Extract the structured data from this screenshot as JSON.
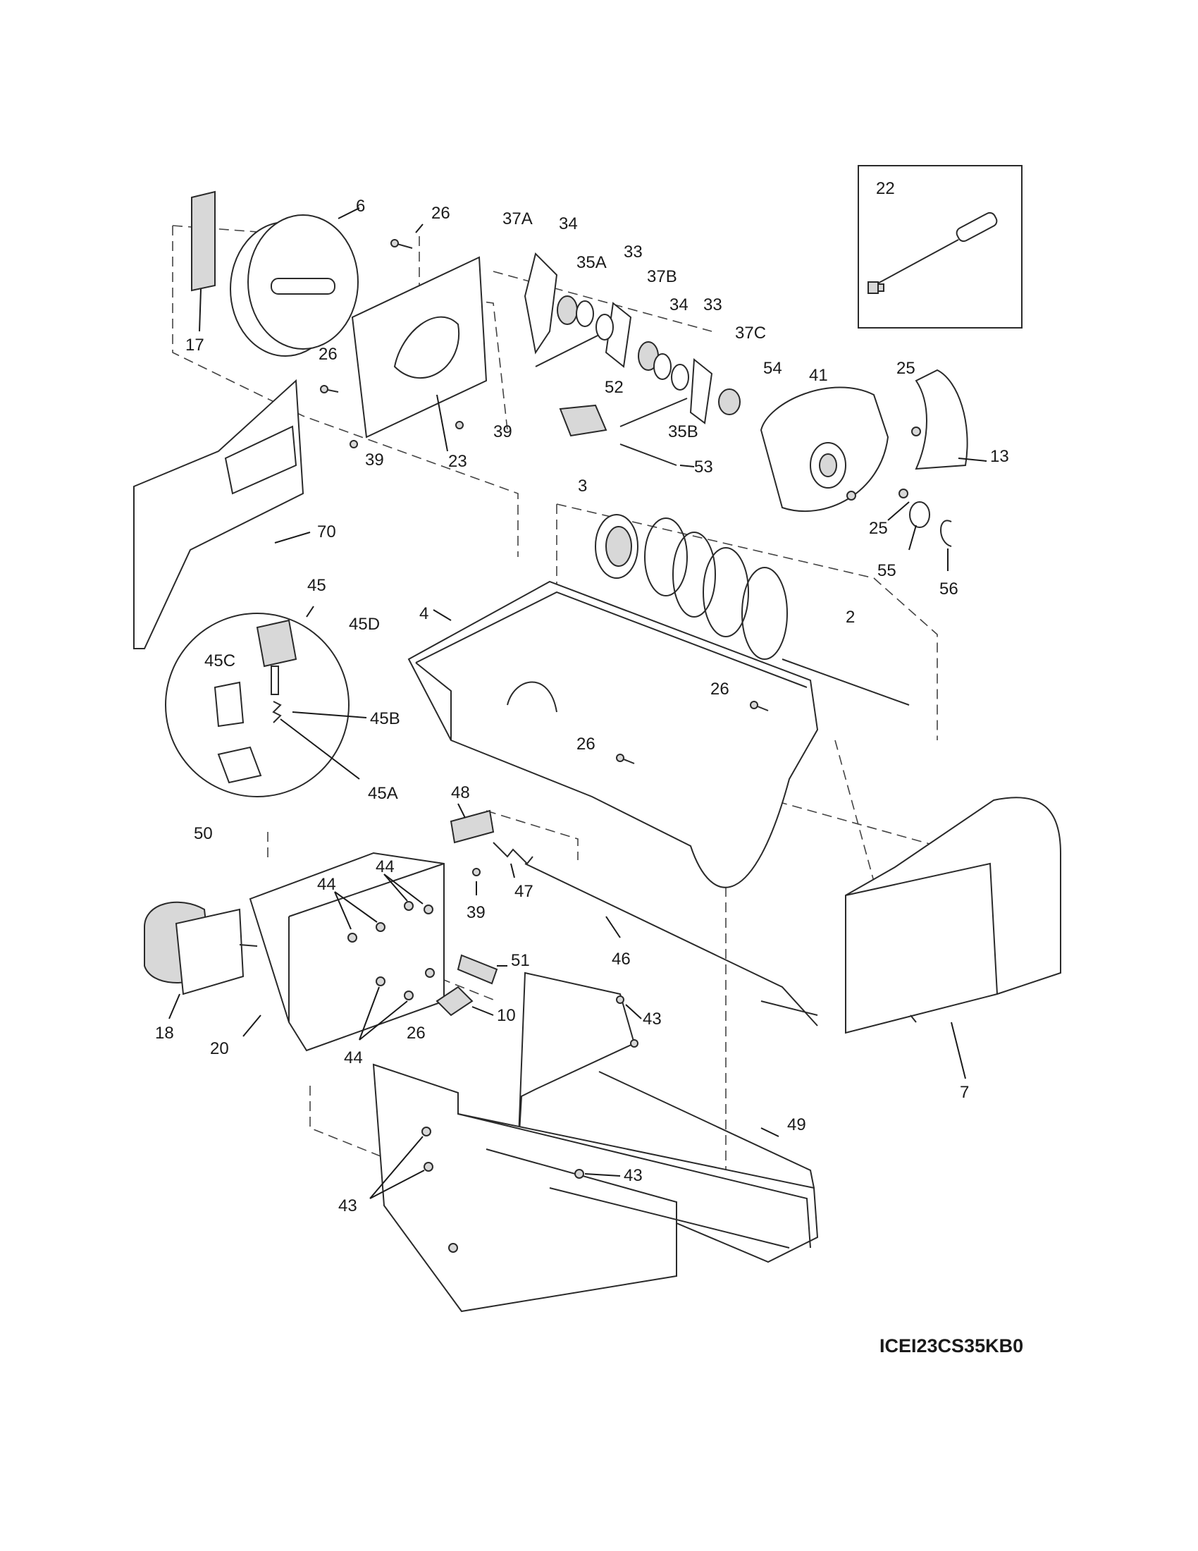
{
  "diagram": {
    "model_number": "ICEI23CS35KB0",
    "callout_labels": [
      "22",
      "6",
      "26",
      "37A",
      "34",
      "35A",
      "33",
      "37B",
      "34",
      "33",
      "37C",
      "54",
      "41",
      "25",
      "13",
      "17",
      "26",
      "39",
      "39",
      "23",
      "52",
      "35B",
      "53",
      "3",
      "25",
      "55",
      "56",
      "70",
      "45",
      "45D",
      "45C",
      "45B",
      "4",
      "2",
      "26",
      "26",
      "45A",
      "50",
      "48",
      "47",
      "39",
      "44",
      "44",
      "51",
      "46",
      "7",
      "18",
      "20",
      "26",
      "10",
      "43",
      "44",
      "49",
      "43",
      "43"
    ]
  }
}
